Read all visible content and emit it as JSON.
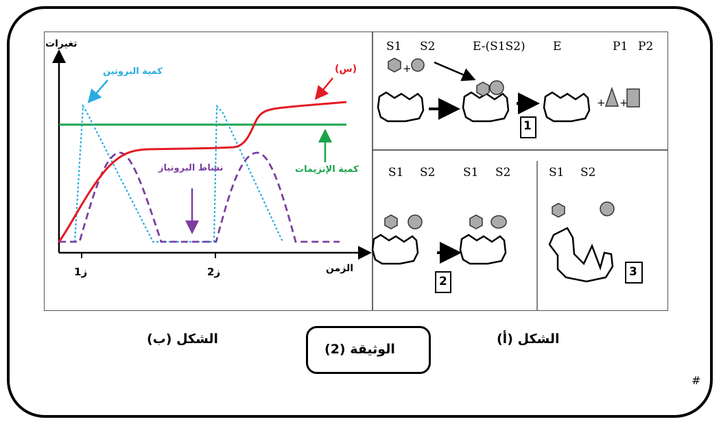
{
  "document": {
    "title": "الوثيقة (2)",
    "figure_a_caption": "الشكل (أ)",
    "figure_b_caption": "الشكل (ب)",
    "corner_mark": "#"
  },
  "figure_a": {
    "top": {
      "labels": [
        "S1",
        "S2",
        "E-(S1S2)",
        "E",
        "P1",
        "P2"
      ],
      "step_number": "1"
    },
    "bottom_left": {
      "labels": [
        "S1",
        "S2",
        "S1",
        "S2"
      ],
      "step_number": "2"
    },
    "bottom_right": {
      "labels": [
        "S1",
        "S2"
      ],
      "step_number": "3"
    }
  },
  "figure_b": {
    "y_axis_label": "تغيرات",
    "x_axis_label": "الزمن",
    "x_ticks": [
      "ز1",
      "ز2"
    ],
    "curve_labels": {
      "protein": "كمية البروتين",
      "x_curve": "(س)",
      "protease_activity": "نشاط البروتياز",
      "enzymes": "كمية الإنزيمات"
    },
    "colors": {
      "x_curve": "#e31b23",
      "enzymes": "#1aa34a",
      "protein": "#29abe2",
      "protease_activity": "#7b3fa0"
    }
  },
  "chart_data": {
    "type": "line",
    "ylabel": "تغيرات",
    "xlabel": "الزمن",
    "x_ticks": [
      "ز1",
      "ز2"
    ],
    "series": [
      {
        "name": "(س)",
        "style": "solid",
        "color": "#e31b23"
      },
      {
        "name": "كمية الإنزيمات",
        "style": "solid",
        "color": "#1aa34a"
      },
      {
        "name": "كمية البروتين",
        "style": "dotted",
        "color": "#29abe2"
      },
      {
        "name": "نشاط البروتياز",
        "style": "dashed",
        "color": "#7b3fa0"
      }
    ]
  }
}
